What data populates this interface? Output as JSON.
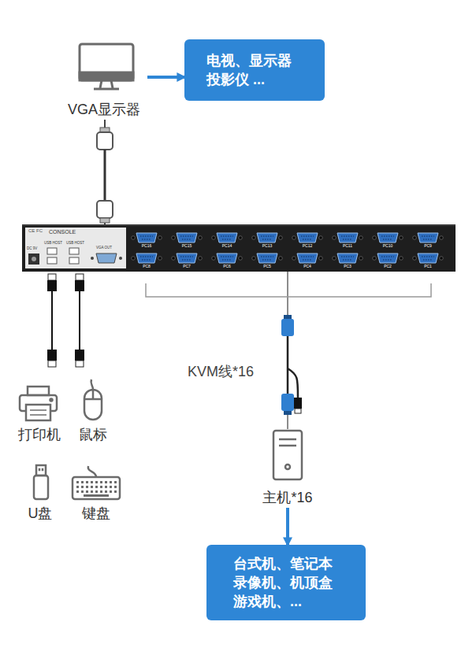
{
  "diagram": {
    "nodes": [
      {
        "text": [
          "VGA显示器"
        ]
      },
      {
        "text": [
          "电视、显示器 投影仪 ..."
        ]
      },
      {
        "text": [
          "CE FC",
          "CONSOLE",
          "DC 9V",
          "USB HOST",
          "USB HOST",
          "VGA OUT",
          "PC16",
          "PC15",
          "PC14",
          "PC13",
          "PC12",
          "PC11",
          "PC10",
          "PC9",
          "PC8",
          "PC7",
          "PC6",
          "PC5",
          "PC4",
          "PC3",
          "PC2",
          "PC1"
        ]
      },
      {
        "text": [
          "主机*16"
        ]
      },
      {
        "text": [
          "台式机、笔记本 录像机、机顶盒 游戏机、..."
        ]
      },
      {
        "text": [
          "打印机"
        ]
      },
      {
        "text": [
          "鼠标"
        ]
      },
      {
        "text": [
          "U盘"
        ]
      },
      {
        "text": [
          "键盘"
        ]
      }
    ],
    "edges": [
      {
        "from": 0,
        "to": 1,
        "arrow": "to"
      },
      {
        "from": 0,
        "to": 2,
        "arrow": "none"
      },
      {
        "from": 2,
        "to": 3,
        "arrow": "none",
        "label": "KVM线*16"
      },
      {
        "from": 3,
        "to": 4,
        "arrow": "to"
      }
    ]
  }
}
